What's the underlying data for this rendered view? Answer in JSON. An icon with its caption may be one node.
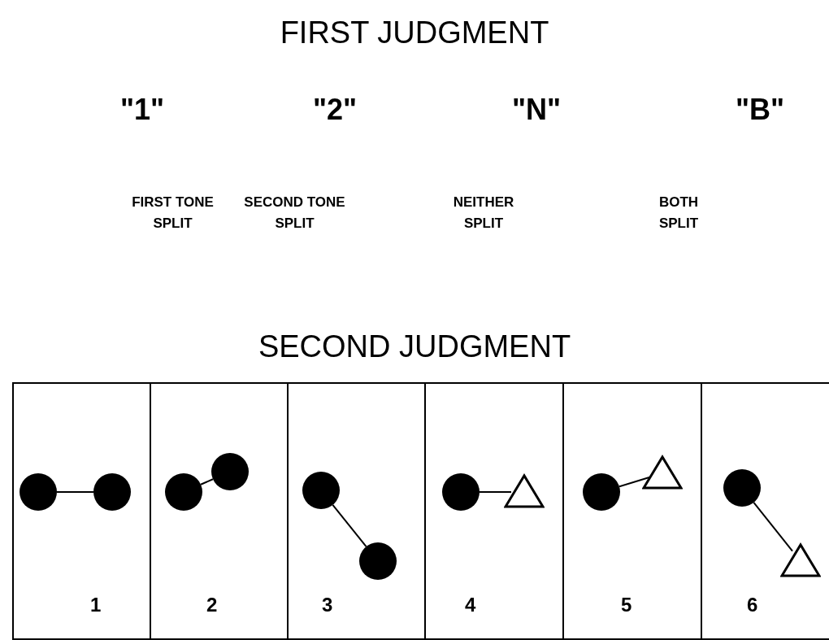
{
  "diagram": {
    "nodes": [
      {
        "text": [
          "1"
        ]
      },
      {
        "text": [],
        "shape": "circle",
        "in": 0
      },
      {
        "text": [],
        "shape": "circle",
        "in": 0
      },
      {
        "text": [
          "2"
        ]
      },
      {
        "text": [],
        "shape": "circle",
        "in": 3
      },
      {
        "text": [],
        "shape": "circle",
        "in": 3
      },
      {
        "text": [
          "3"
        ]
      },
      {
        "text": [],
        "shape": "circle",
        "in": 6
      },
      {
        "text": [],
        "shape": "circle",
        "in": 6
      },
      {
        "text": [
          "4"
        ]
      },
      {
        "text": [],
        "shape": "circle",
        "in": 9
      },
      {
        "text": [],
        "shape": "triangle",
        "in": 9
      },
      {
        "text": [
          "5"
        ]
      },
      {
        "text": [],
        "shape": "circle",
        "in": 12
      },
      {
        "text": [],
        "shape": "triangle",
        "in": 12
      },
      {
        "text": [
          "6"
        ]
      },
      {
        "text": [],
        "shape": "circle",
        "in": 15
      },
      {
        "text": [],
        "shape": "triangle",
        "in": 15
      }
    ],
    "edges": [
      {
        "from": 1,
        "to": 2,
        "arrow": "none"
      },
      {
        "from": 4,
        "to": 5,
        "arrow": "none"
      },
      {
        "from": 7,
        "to": 8,
        "arrow": "none"
      },
      {
        "from": 10,
        "to": 11,
        "arrow": "none"
      },
      {
        "from": 13,
        "to": 14,
        "arrow": "none"
      },
      {
        "from": 16,
        "to": 17,
        "arrow": "none"
      }
    ],
    "labels": [
      "FIRST JUDGMENT",
      "\"1\"",
      "\"2\"",
      "\"N\"",
      "\"B\"",
      "FIRST TONE SPLIT",
      "SECOND TONE SPLIT",
      "NEITHER SPLIT",
      "BOTH SPLIT",
      "SECOND JUDGMENT"
    ]
  }
}
